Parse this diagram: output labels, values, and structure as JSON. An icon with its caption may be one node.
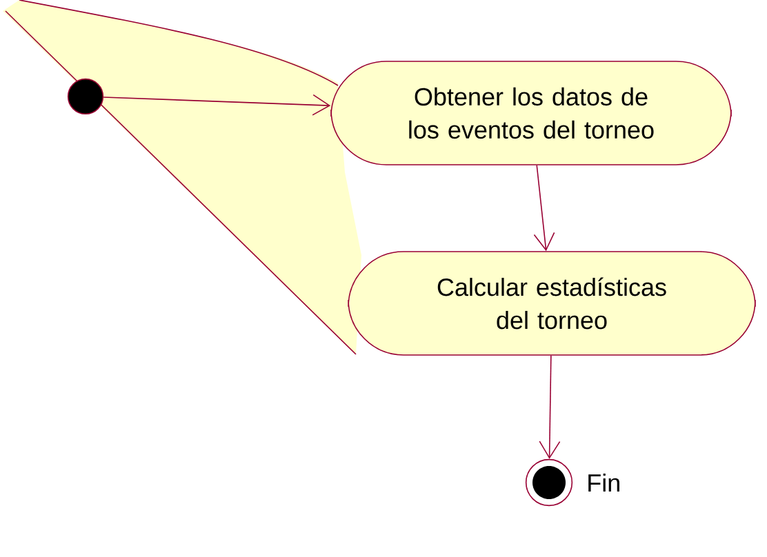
{
  "diagram": {
    "nodes": [
      {
        "text": [],
        "shape": "circle"
      },
      {
        "text": [
          "Obtener los datos de los eventos del torneo"
        ]
      },
      {
        "text": [
          "Calcular estadísticas del torneo"
        ]
      },
      {
        "text": [],
        "shape": "circle",
        "beside": [
          "Fin"
        ]
      }
    ],
    "edges": [
      {
        "from": 0,
        "to": 1,
        "arrow": "to"
      },
      {
        "from": 1,
        "to": 2,
        "arrow": "to"
      },
      {
        "from": 2,
        "to": 3,
        "arrow": "to"
      }
    ]
  }
}
